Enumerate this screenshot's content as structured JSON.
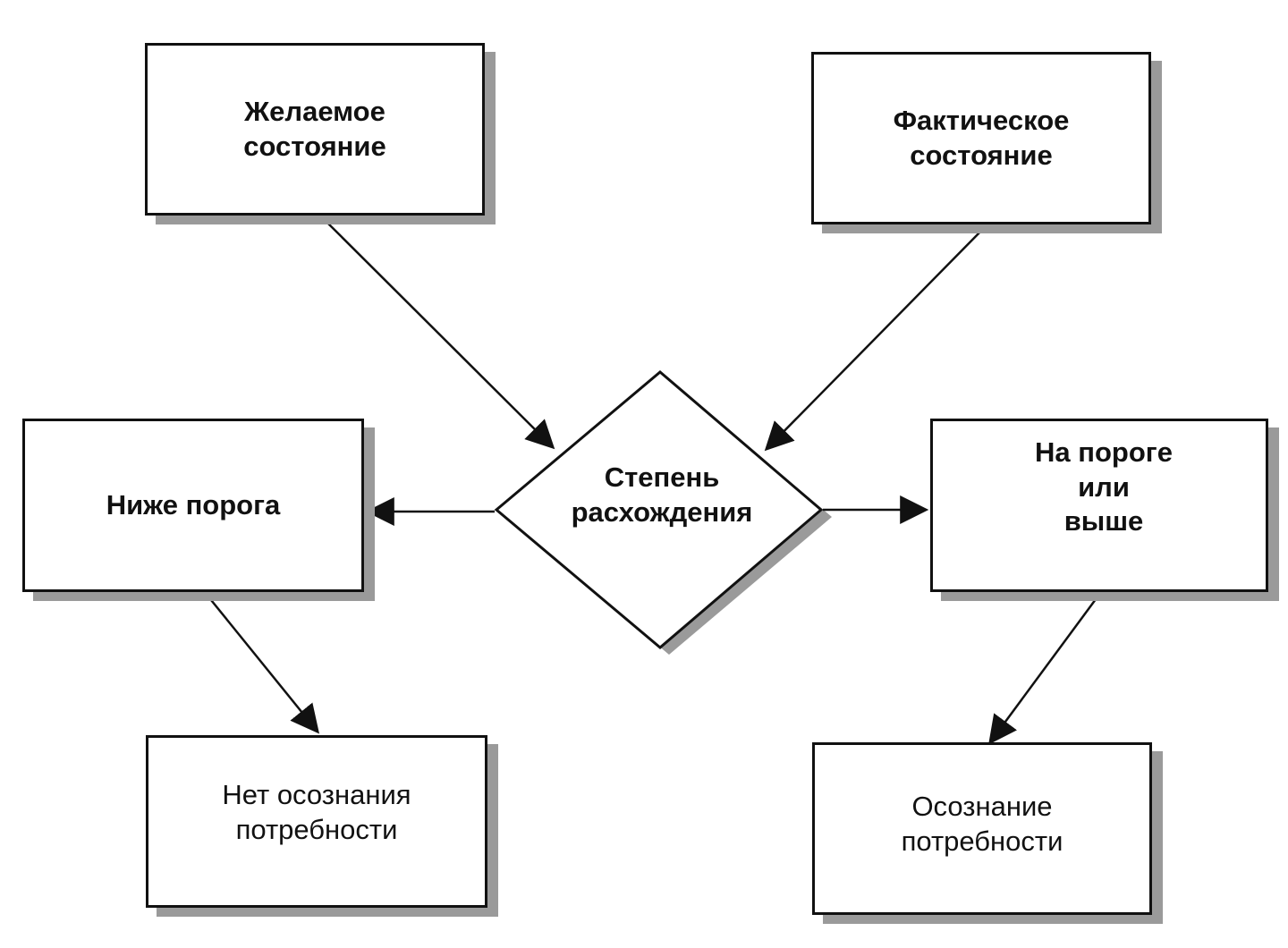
{
  "nodes": {
    "desired": "Желаемое\nсостояние",
    "actual": "Фактическое\nсостояние",
    "discrepancy": "Степень\nрасхождения",
    "below": "Ниже порога",
    "above": "На пороге\nили\nвыше",
    "no_awareness": "Нет осознания\nпотребности",
    "awareness": "Осознание\nпотребности"
  }
}
